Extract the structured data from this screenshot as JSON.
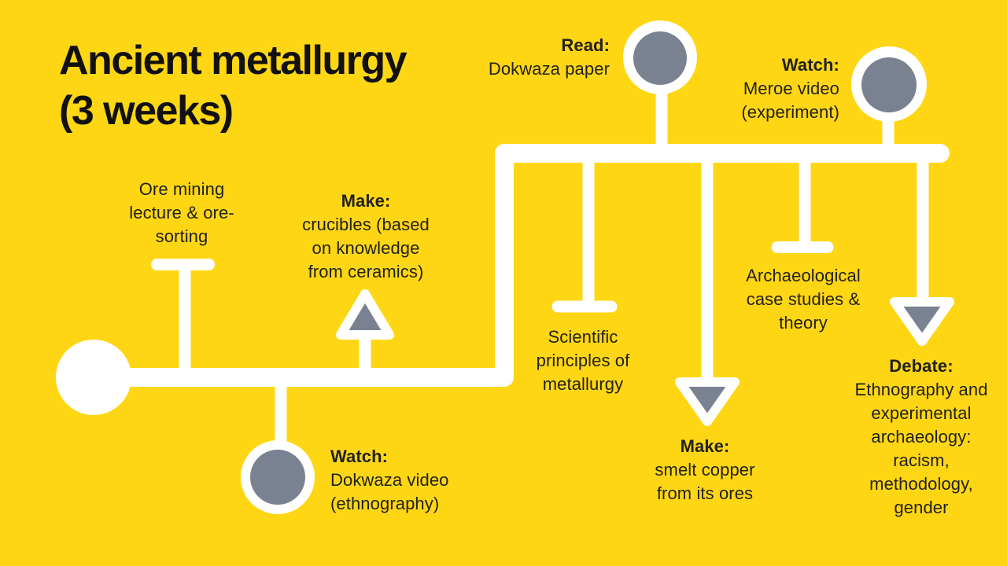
{
  "title": {
    "line1": "Ancient metallurgy",
    "line2": "(3 weeks)"
  },
  "colors": {
    "background": "#FFD613",
    "timeline": "#FFFFFF",
    "marker_gray": "#7A8291",
    "text": "#212121"
  },
  "nodes": {
    "ore_mining": {
      "marker": "tick",
      "lines": [
        "Ore mining",
        "lecture & ore-",
        "sorting"
      ]
    },
    "make_crucibles": {
      "marker": "triangle-up",
      "heading": "Make:",
      "lines": [
        "crucibles (based",
        "on knowledge",
        "from ceramics)"
      ]
    },
    "watch_dokwaza": {
      "marker": "circle",
      "heading": "Watch:",
      "lines": [
        "Dokwaza video",
        "(ethnography)"
      ]
    },
    "read_dokwaza": {
      "marker": "circle",
      "heading": "Read:",
      "lines": [
        "Dokwaza paper"
      ]
    },
    "watch_meroe": {
      "marker": "circle",
      "heading": "Watch:",
      "lines": [
        "Meroe video",
        "(experiment)"
      ]
    },
    "scientific_principles": {
      "marker": "tick",
      "lines": [
        "Scientific",
        "principles of",
        "metallurgy"
      ]
    },
    "make_smelt": {
      "marker": "triangle-down",
      "heading": "Make:",
      "lines": [
        "smelt copper",
        "from its ores"
      ]
    },
    "archaeological": {
      "marker": "tick",
      "lines": [
        "Archaeological",
        "case studies &",
        "theory"
      ]
    },
    "debate": {
      "marker": "triangle-down",
      "heading": "Debate:",
      "lines": [
        "Ethnography and",
        "experimental",
        "archaeology:",
        "racism,",
        "methodology,",
        "gender"
      ]
    }
  }
}
